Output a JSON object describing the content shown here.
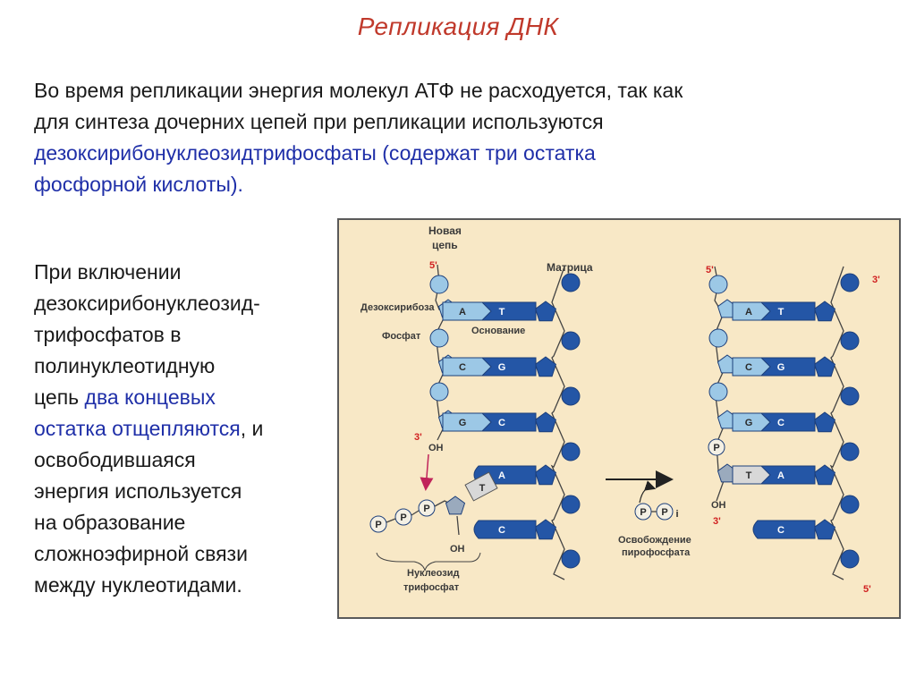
{
  "title": "Репликация ДНК",
  "para1": {
    "line1": "Во время репликации энергия молекул АТФ не расходуется, так как",
    "line2": "для синтеза дочерних цепей при репликации используются",
    "line3": "дезоксирибонуклеозидтрифосфаты (содержат три остатка",
    "line4": "фосфорной кислоты)."
  },
  "para2": {
    "l1": "При включении",
    "l2": "дезоксирибонуклеозид-",
    "l3": "трифосфатов в",
    "l4": "полинуклеотидную",
    "l5a": "цепь ",
    "l5b": "два концевых",
    "l6a": "остатка отщепляются",
    "l6b": ", и",
    "l7": "освободившаяся",
    "l8": "энергия используется",
    "l9": "на образование",
    "l10": "сложноэфирной связи",
    "l11": "между нуклеотидами."
  },
  "diagram": {
    "new_chain_1": "Новая",
    "new_chain_2": "цепь",
    "matrix": "Матрица",
    "deoxyribose": "Дезоксирибоза",
    "phosphate": "Фосфат",
    "base": "Основание",
    "oh": "OH",
    "prime5": "5'",
    "prime3": "3'",
    "p": "P",
    "pi": "i",
    "nucleoside_1": "Нуклеозид",
    "nucleoside_2": "трифосфат",
    "release_1": "Освобождение",
    "release_2": "пирофосфата",
    "left_pairs": [
      [
        "A",
        "T"
      ],
      [
        "C",
        "G"
      ],
      [
        "G",
        "C"
      ],
      [
        "",
        "A"
      ],
      [
        "",
        "C"
      ]
    ],
    "right_pairs": [
      [
        "A",
        "T"
      ],
      [
        "C",
        "G"
      ],
      [
        "G",
        "C"
      ],
      [
        "T",
        "A"
      ],
      [
        "",
        "C"
      ]
    ],
    "incoming_base": "T"
  },
  "colors": {
    "title": "#c0392b",
    "highlight": "#1f2fa8",
    "figure_bg": "#f8e8c6",
    "new_strand": "#9cc8e6",
    "template_strand": "#2456a6"
  }
}
